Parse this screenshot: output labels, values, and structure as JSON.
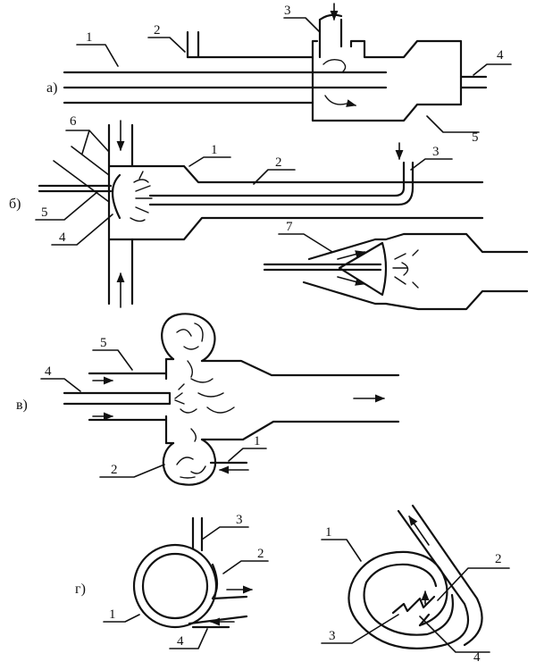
{
  "sections": {
    "a": {
      "label": "а)",
      "callouts": [
        "1",
        "2",
        "3",
        "4",
        "5"
      ]
    },
    "b": {
      "label": "б)",
      "callouts": [
        "6",
        "1",
        "2",
        "3",
        "5",
        "4",
        "7"
      ]
    },
    "v": {
      "label": "в)",
      "callouts": [
        "5",
        "4",
        "1",
        "2"
      ]
    },
    "g": {
      "label": "г)",
      "callouts_left": [
        "3",
        "2",
        "1",
        "4"
      ],
      "callouts_right": [
        "1",
        "2",
        "3",
        "4"
      ]
    }
  }
}
